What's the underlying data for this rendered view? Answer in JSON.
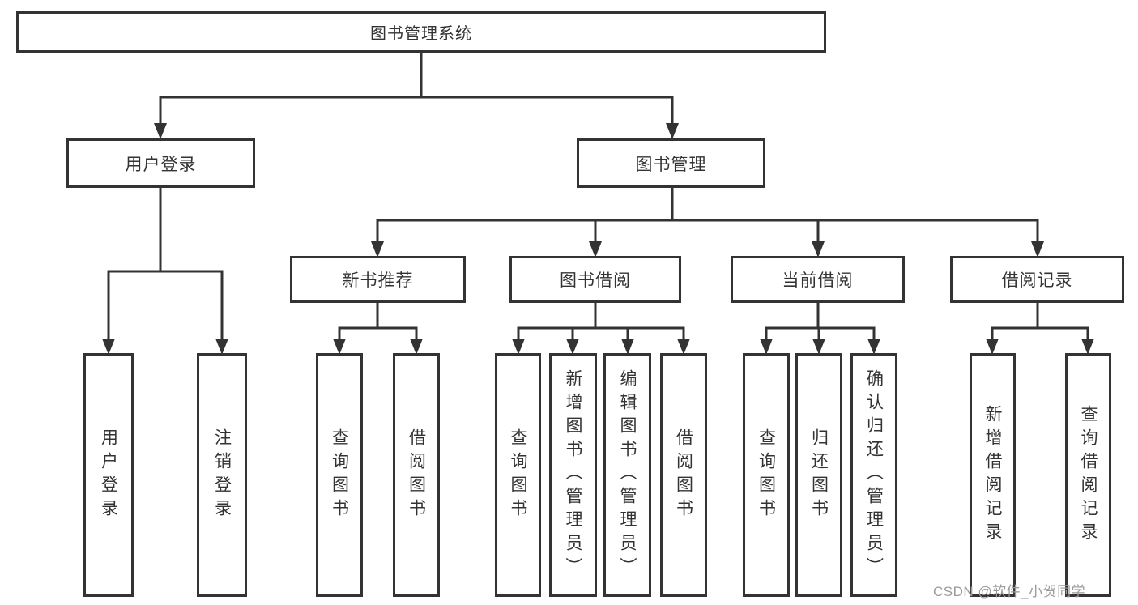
{
  "diagram": {
    "root": {
      "label": "图书管理系统"
    },
    "branches": [
      {
        "label": "用户登录",
        "children": [
          {
            "label": "用户登录"
          },
          {
            "label": "注销登录"
          }
        ]
      },
      {
        "label": "图书管理",
        "children": [
          {
            "label": "新书推荐",
            "children": [
              {
                "label": "查询图书"
              },
              {
                "label": "借阅图书"
              }
            ]
          },
          {
            "label": "图书借阅",
            "children": [
              {
                "label": "查询图书"
              },
              {
                "label": "新增图书（管理员）"
              },
              {
                "label": "编辑图书（管理员）"
              },
              {
                "label": "借阅图书"
              }
            ]
          },
          {
            "label": "当前借阅",
            "children": [
              {
                "label": "查询图书"
              },
              {
                "label": "归还图书"
              },
              {
                "label": "确认归还（管理员）"
              }
            ]
          },
          {
            "label": "借阅记录",
            "children": [
              {
                "label": "新增借阅记录"
              },
              {
                "label": "查询借阅记录"
              }
            ]
          }
        ]
      }
    ]
  },
  "watermark": {
    "text": "CSDN @软件_小贺同学"
  },
  "colors": {
    "line": "#333333",
    "text": "#333333",
    "box_fill": "#ffffff",
    "background": "#ffffff",
    "watermark": "#9b9b9b"
  }
}
